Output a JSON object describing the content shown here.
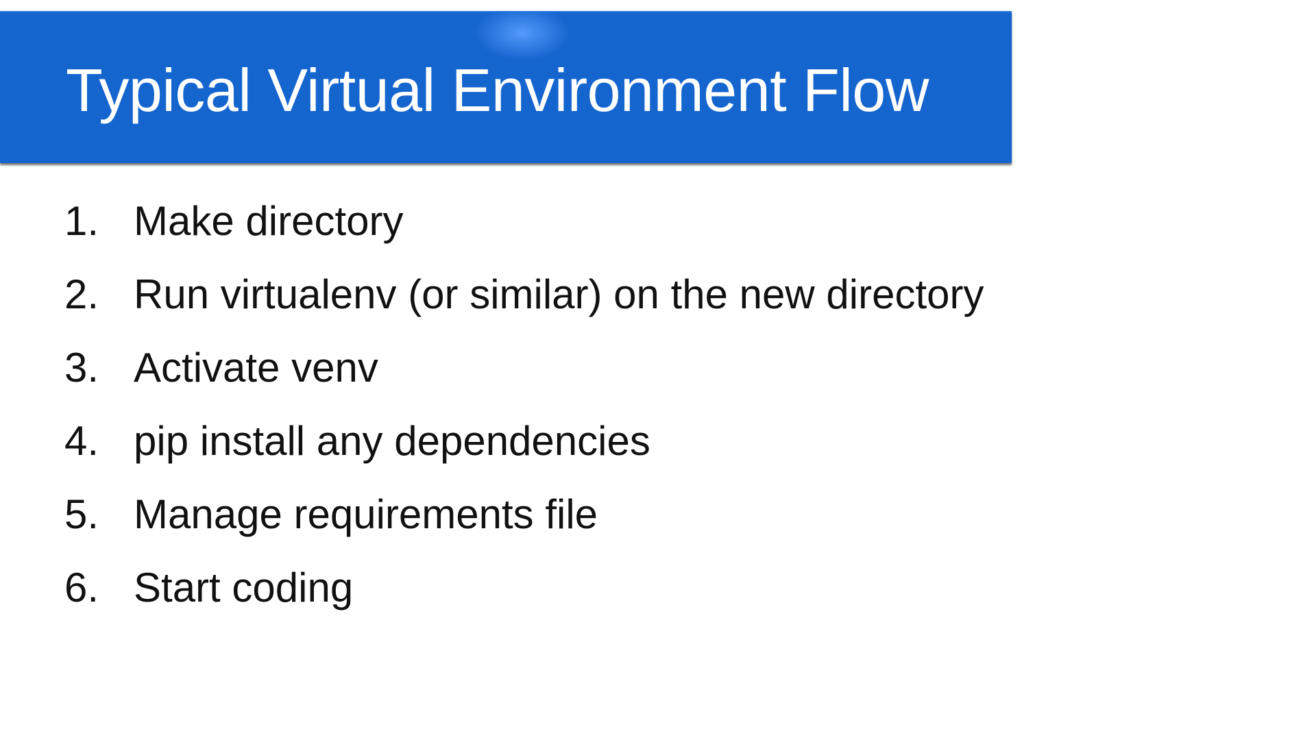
{
  "slide": {
    "title": "Typical Virtual Environment Flow",
    "steps": [
      {
        "number": "1.",
        "text": "Make directory"
      },
      {
        "number": "2.",
        "text": "Run virtualenv (or similar) on the new directory"
      },
      {
        "number": "3.",
        "text": "Activate venv"
      },
      {
        "number": "4.",
        "text": "pip install any dependencies"
      },
      {
        "number": "5.",
        "text": "Manage requirements file"
      },
      {
        "number": "6.",
        "text": "Start coding"
      }
    ]
  },
  "colors": {
    "title_bar": "#1565cf",
    "title_text": "#ffffff",
    "body_text": "#111111",
    "background": "#ffffff"
  }
}
